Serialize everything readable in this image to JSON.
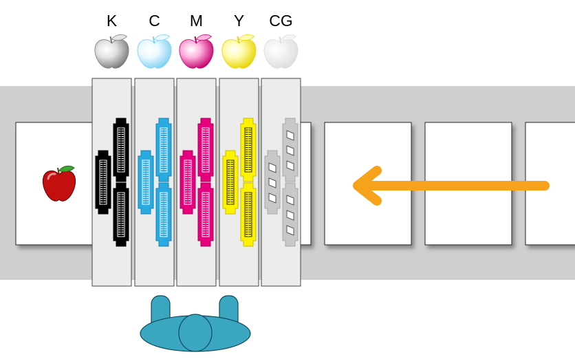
{
  "channels": [
    {
      "id": "k",
      "label": "K",
      "color": "#000000",
      "apple_light": "#e4e4e4",
      "apple_dark": "#7a7a7a",
      "head_fill": "#000000",
      "head_stroke": "#000000"
    },
    {
      "id": "c",
      "label": "C",
      "color": "#29abe2",
      "apple_light": "#ecf9ff",
      "apple_dark": "#7fd0f3",
      "head_fill": "#29abe2",
      "head_stroke": "#1b7fae"
    },
    {
      "id": "m",
      "label": "M",
      "color": "#e6007e",
      "apple_light": "#ffb3de",
      "apple_dark": "#c4006b",
      "head_fill": "#e6007e",
      "head_stroke": "#a3005a"
    },
    {
      "id": "y",
      "label": "Y",
      "color": "#fff200",
      "apple_light": "#fffbb3",
      "apple_dark": "#e8d400",
      "head_fill": "#fff200",
      "head_stroke": "#c9bd00"
    },
    {
      "id": "cg",
      "label": "CG",
      "color": "#d0d0d0",
      "apple_light": "#f3f3f3",
      "apple_dark": "#dddddd",
      "head_fill": "#c8c8c8",
      "head_stroke": "#a8a8a8"
    }
  ],
  "colors": {
    "belt": "#cfcfcf",
    "paper": "#ffffff",
    "carriage": "#ececec",
    "arrow": "#f7a21b",
    "operator": "#3aa6bf",
    "apple_red": "#c40f0f",
    "apple_leaf": "#3fa535"
  },
  "icons": {
    "direction": "arrow-left-icon",
    "fruit": "apple-icon",
    "operator": "person-top-view-icon"
  }
}
